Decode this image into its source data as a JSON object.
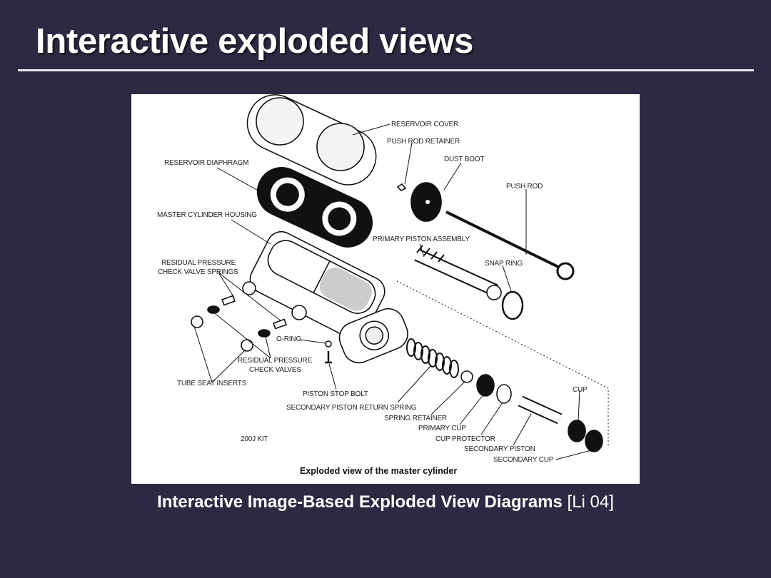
{
  "slide": {
    "title": "Interactive exploded views",
    "caption_title": "Interactive Image-Based Exploded View Diagrams",
    "caption_ref": "[Li 04]"
  },
  "figure": {
    "caption": "Exploded view of the master cylinder",
    "kit": "200J KIT",
    "labels": {
      "reservoir_cover": "RESERVOIR COVER",
      "push_rod_retainer": "PUSH ROD RETAINER",
      "dust_boot": "DUST BOOT",
      "push_rod": "PUSH ROD",
      "reservoir_diaphragm": "RESERVOIR DIAPHRAGM",
      "master_cylinder_housing": "MASTER CYLINDER HOUSING",
      "primary_piston_assembly": "PRIMARY PISTON ASSEMBLY",
      "snap_ring": "SNAP RING",
      "rp_springs_1": "RESIDUAL PRESSURE",
      "rp_springs_2": "CHECK VALVE SPRINGS",
      "o_ring": "O-RING",
      "rp_valves_1": "RESIDUAL PRESSURE",
      "rp_valves_2": "CHECK VALVES",
      "tube_seat_inserts": "TUBE SEAT INSERTS",
      "piston_stop_bolt": "PISTON STOP BOLT",
      "secondary_piston_return_spring": "SECONDARY PISTON RETURN SPRING",
      "spring_retainer": "SPRING RETAINER",
      "primary_cup": "PRIMARY CUP",
      "cup": "CUP",
      "cup_protector": "CUP PROTECTOR",
      "secondary_piston": "SECONDARY PISTON",
      "secondary_cup": "SECONDARY CUP"
    }
  }
}
